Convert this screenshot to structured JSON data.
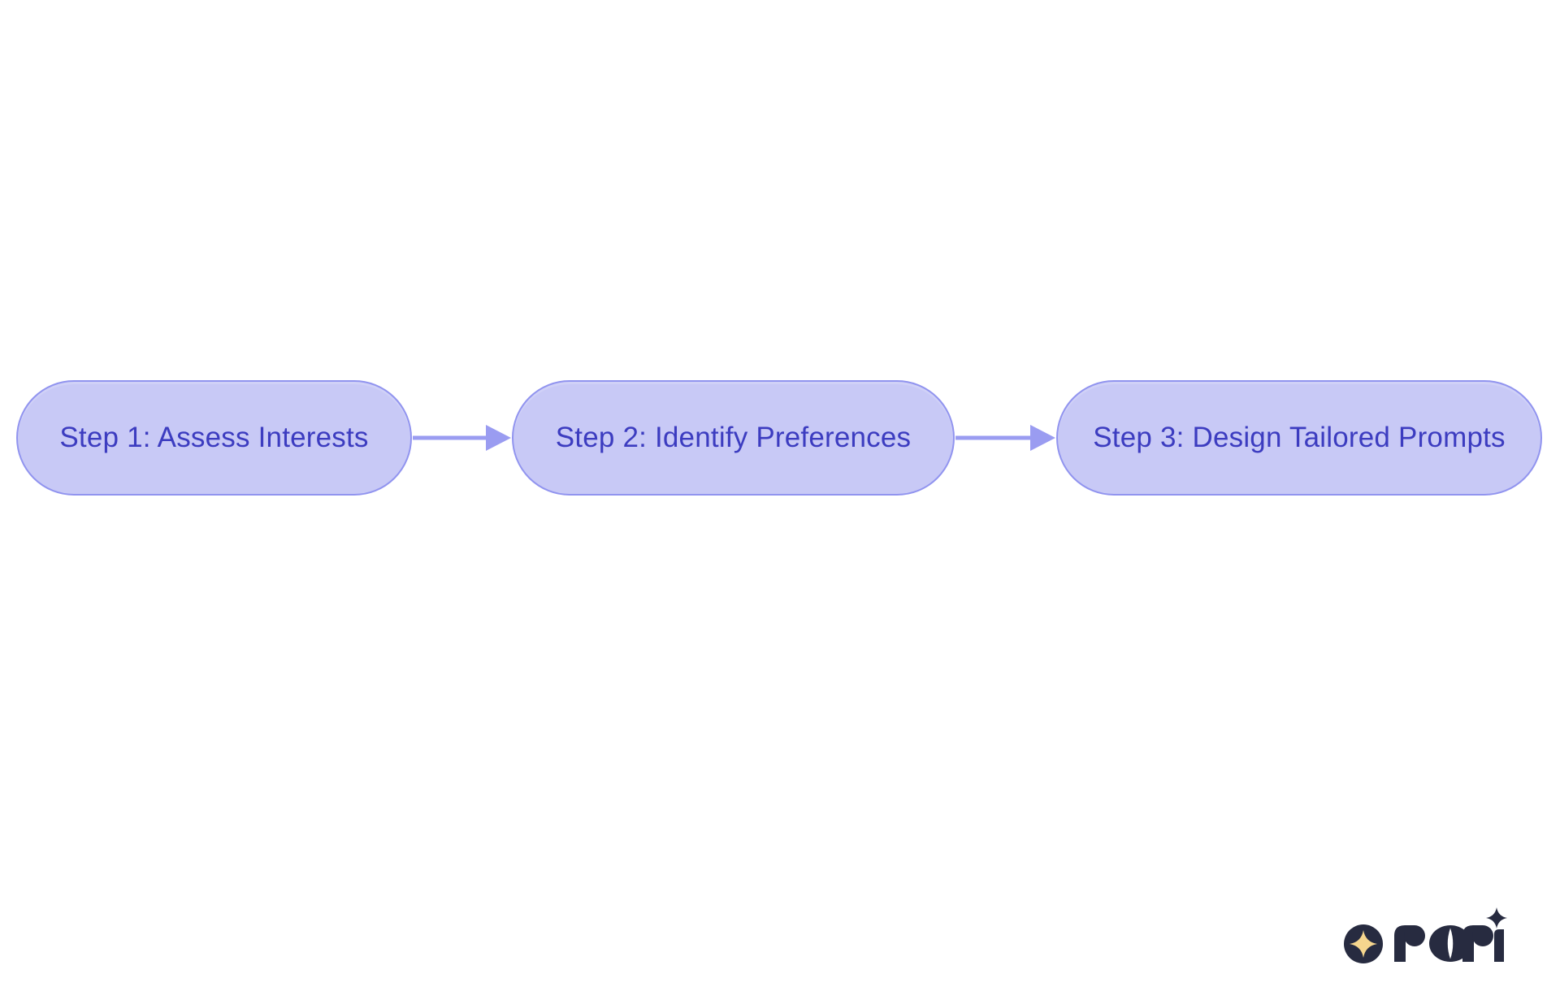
{
  "flowchart": {
    "steps": [
      {
        "label": "Step 1: Assess Interests"
      },
      {
        "label": "Step 2: Identify Preferences"
      },
      {
        "label": "Step 3: Design Tailored Prompts"
      }
    ]
  },
  "branding": {
    "logo_text": "rori"
  },
  "colors": {
    "background": "#ffffff",
    "node_fill": "#c8c9f6",
    "node_border": "#9194ef",
    "node_text": "#3c3cc0",
    "arrow": "#9a9cf1",
    "logo_navy": "#272b40",
    "logo_star_cream": "#f6d68e"
  }
}
